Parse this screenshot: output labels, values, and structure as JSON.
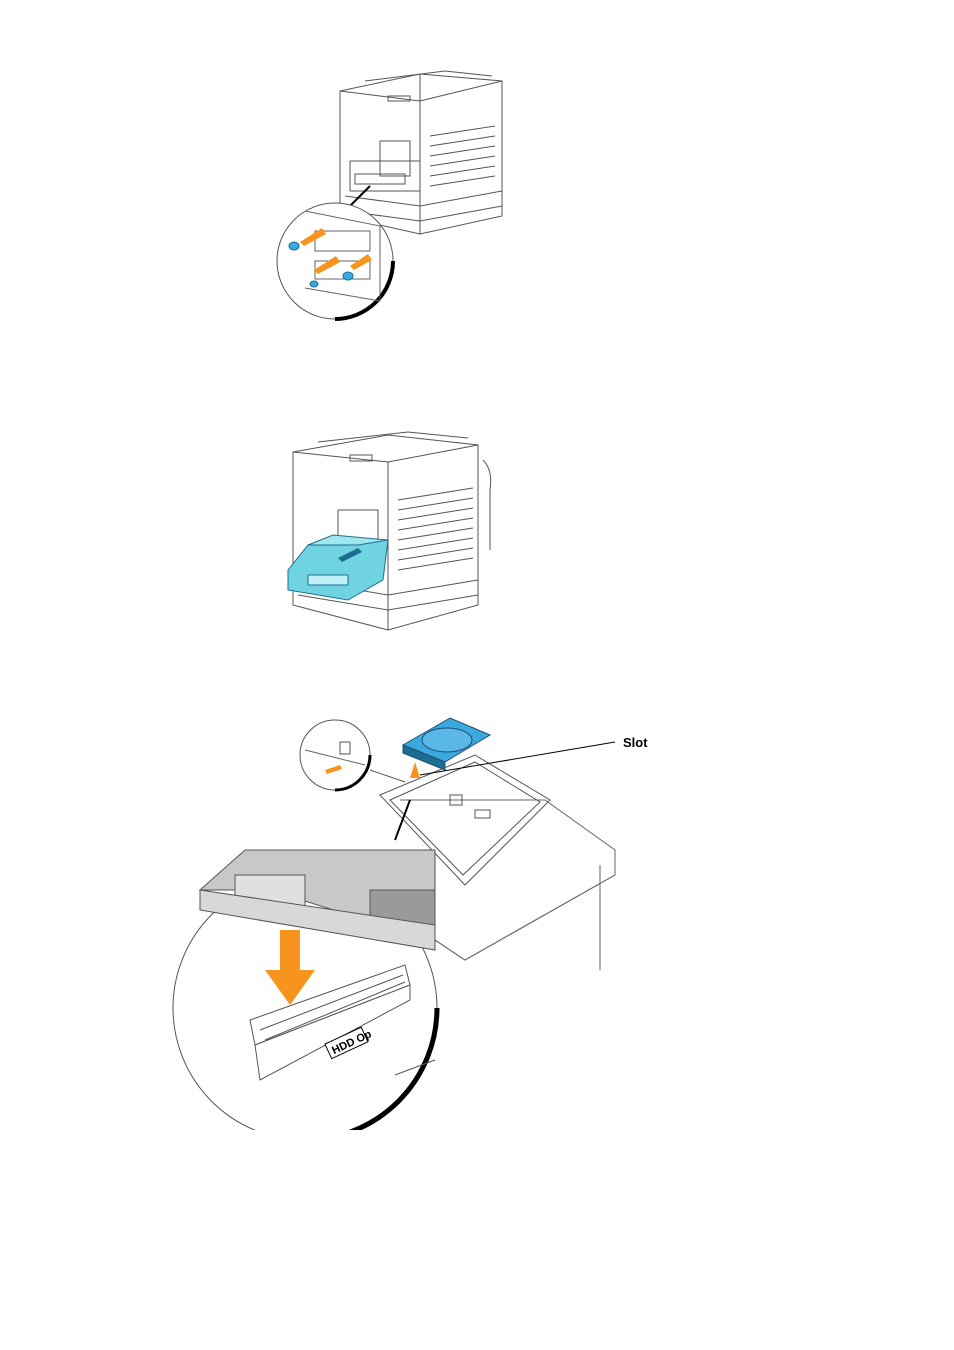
{
  "page": {
    "background": "#ffffff"
  },
  "figures": [
    {
      "id": "remove-screws",
      "description_icon": "printer-rear-screws-illustration"
    },
    {
      "id": "pull-out-controller-board",
      "description_icon": "printer-controller-board-illustration"
    },
    {
      "id": "insert-hard-disk",
      "description_icon": "hdd-install-illustration",
      "callout_label": "Slot",
      "connector_label": "HDD Op"
    }
  ],
  "colors": {
    "highlight_cyan": "#6fd3e0",
    "arrow_orange": "#f7941d",
    "line": "#444444",
    "hdd_blue": "#3aa9e0"
  }
}
